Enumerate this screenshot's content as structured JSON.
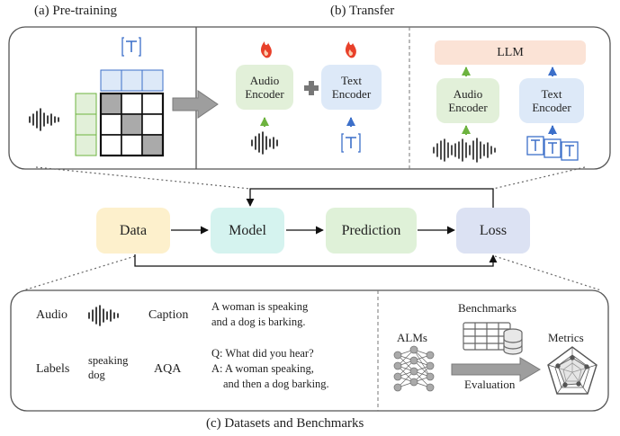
{
  "captions": {
    "pretraining": "(a) Pre-training",
    "transfer": "(b) Transfer",
    "datasets": "(c) Datasets and Benchmarks"
  },
  "transfer": {
    "audio_encoder": "Audio\nEncoder",
    "text_encoder": "Text\nEncoder",
    "llm": "LLM",
    "audio_encoder_2": "Audio\nEncoder",
    "text_encoder_2": "Text\nEncoder"
  },
  "pipeline": {
    "data": "Data",
    "model": "Model",
    "prediction": "Prediction",
    "loss": "Loss"
  },
  "datasets": {
    "audio_label": "Audio",
    "caption_label": "Caption",
    "caption_text": "A woman is speaking\nand a dog is barking.",
    "labels_label": "Labels",
    "labels_text": "speaking\ndog",
    "aqa_label": "AQA",
    "aqa_q": "Q: What did you hear?",
    "aqa_a": "A: A woman speaking,",
    "aqa_a2": "and then a dog barking.",
    "benchmarks": "Benchmarks",
    "alms": "ALMs",
    "metrics": "Metrics",
    "evaluation": "Evaluation"
  },
  "colors": {
    "audio_green": "#e2f0d9",
    "text_blue": "#dde9f8",
    "llm_orange": "#fbe3d6",
    "data_yellow": "#fdf0cc",
    "model_teal": "#d5f3ef",
    "prediction_green": "#dff1d8",
    "loss_purple": "#dce2f3",
    "fire": "#e8402a"
  },
  "icons": [
    "audio-waveform-icon",
    "text-token-icon",
    "fire-icon",
    "neural-network-icon",
    "table-database-icon",
    "radar-chart-icon"
  ]
}
